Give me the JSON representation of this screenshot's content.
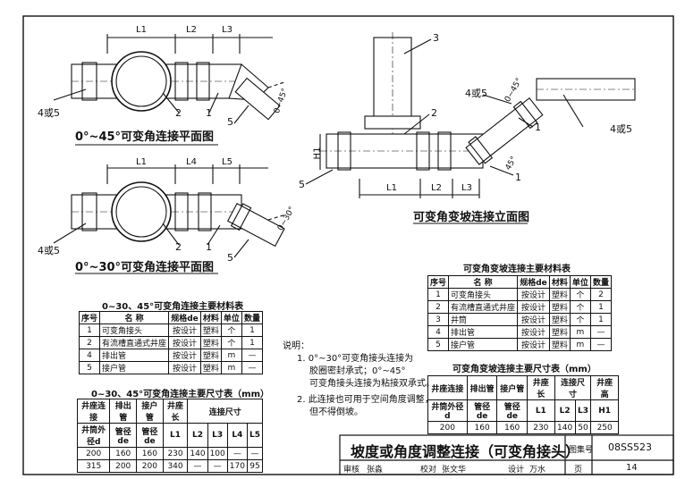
{
  "drawing": {
    "plan45_title": "0°~45°可变角连接平面图",
    "plan30_title": "0°~30°可变角连接平面图",
    "elevation_title": "可变角变坡连接立面图",
    "dims_plan45": [
      "L1",
      "L2",
      "L3"
    ],
    "dims_plan30": [
      "L1",
      "L4",
      "L5"
    ],
    "dims_elev": [
      "L1",
      "L2",
      "L3",
      "H1"
    ],
    "angle_labels": [
      "0~45°",
      "0~30°",
      "0~45°",
      "45°"
    ],
    "callouts": [
      "1",
      "2",
      "3",
      "4或5",
      "5"
    ]
  },
  "table_left_materials": {
    "title": "0~30、45°可变角连接主要材料表",
    "headers": [
      "序号",
      "名 称",
      "规格de",
      "材料",
      "单位",
      "数量"
    ],
    "rows": [
      [
        "1",
        "可变角接头",
        "按设计",
        "塑料",
        "个",
        "1"
      ],
      [
        "2",
        "有流槽直通式井座",
        "按设计",
        "塑料",
        "个",
        "1"
      ],
      [
        "4",
        "排出管",
        "按设计",
        "塑料",
        "m",
        "—"
      ],
      [
        "5",
        "接户管",
        "按设计",
        "塑料",
        "m",
        "—"
      ]
    ]
  },
  "table_left_sizes": {
    "title": "0~30、45°可变角连接主要尺寸表（mm）",
    "header_top": [
      "井座连接",
      "排出管",
      "接户管",
      "井座长",
      "连接尺寸"
    ],
    "header_top2": [
      "井筒外径d",
      "管径de",
      "管径de"
    ],
    "header_sub": [
      "L1",
      "L2",
      "L3",
      "L4",
      "L5"
    ],
    "rows": [
      [
        "200",
        "160",
        "160",
        "230",
        "140",
        "100",
        "—",
        "—"
      ],
      [
        "315",
        "200",
        "200",
        "340",
        "—",
        "—",
        "170",
        "95"
      ]
    ]
  },
  "notes": {
    "heading": "说明：",
    "items": [
      "1. 0°~30°可变角接头连接为",
      "胶圈密封承式；0°~45°",
      "可变角接头连接为粘接双承式。",
      "2. 此连接也可用于空间角度调整，",
      "但不得倒坡。"
    ]
  },
  "table_right_materials": {
    "title": "可变角变坡连接主要材料表",
    "headers": [
      "序号",
      "名 称",
      "规格de",
      "材料",
      "单位",
      "数量"
    ],
    "rows": [
      [
        "1",
        "可变角接头",
        "按设计",
        "塑料",
        "个",
        "2"
      ],
      [
        "2",
        "有流槽直通式井座",
        "按设计",
        "塑料",
        "个",
        "1"
      ],
      [
        "3",
        "井筒",
        "按设计",
        "塑料",
        "个",
        "1"
      ],
      [
        "4",
        "排出管",
        "按设计",
        "塑料",
        "m",
        "—"
      ],
      [
        "5",
        "接户管",
        "按设计",
        "塑料",
        "m",
        "—"
      ]
    ]
  },
  "table_right_sizes": {
    "title": "可变角变坡连接主要尺寸表（mm）",
    "header_top": [
      "井座连接",
      "排出管",
      "接户管",
      "井座长",
      "连接尺寸",
      "井座高"
    ],
    "header_top2": [
      "井筒外径d",
      "管径de",
      "管径de"
    ],
    "header_sub": [
      "L1",
      "L2",
      "L3",
      "H1"
    ],
    "row": [
      "200",
      "160",
      "160",
      "230",
      "140",
      "50",
      "250"
    ]
  },
  "title_block": {
    "title": "坡度或角度调整连接（可变角接头）",
    "atlas_label": "图集号",
    "atlas_no": "08SS523",
    "review": "审核",
    "review_name": "张淼",
    "check": "校对",
    "check_name": "张文华",
    "design": "设计",
    "design_name": "万水",
    "page_label": "页",
    "page_no": "14"
  }
}
